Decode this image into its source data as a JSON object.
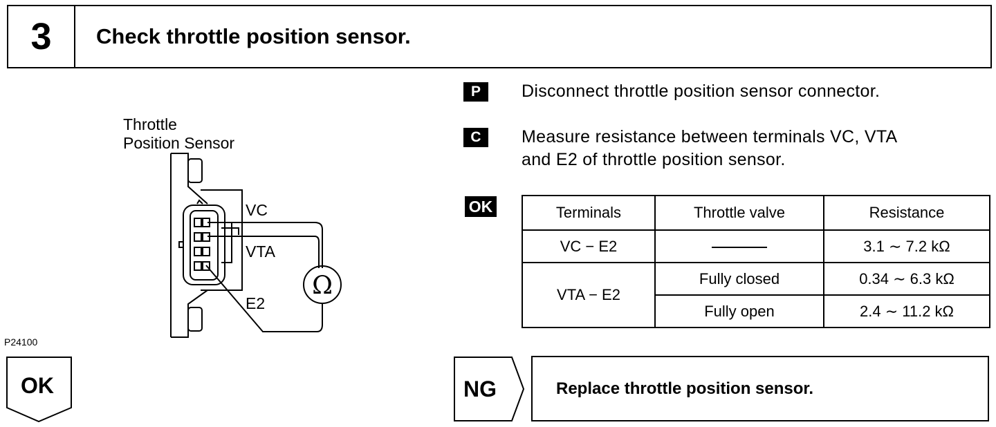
{
  "header": {
    "step_number": "3",
    "title": "Check throttle position sensor."
  },
  "diagram": {
    "sensor_label_line1": "Throttle",
    "sensor_label_line2": "Position Sensor",
    "terminal_vc": "VC",
    "terminal_vta": "VTA",
    "terminal_e2": "E2",
    "ohm_symbol": "Ω",
    "figure_id": "P24100"
  },
  "steps": [
    {
      "badge": "P",
      "text_lines": [
        "Disconnect throttle position sensor connector."
      ]
    },
    {
      "badge": "C",
      "text_lines": [
        "Measure resistance between terminals VC, VTA",
        "and E2 of throttle position sensor."
      ]
    },
    {
      "badge": "OK"
    }
  ],
  "table": {
    "headers": [
      "Terminals",
      "Throttle valve",
      "Resistance"
    ],
    "rows": [
      {
        "terminals": "VC − E2",
        "valve": "",
        "resistance": "3.1 ∼ 7.2 kΩ"
      },
      {
        "terminals": "VTA − E2",
        "valve": "Fully closed",
        "resistance": "0.34 ∼ 6.3 kΩ"
      },
      {
        "valve": "Fully open",
        "resistance": "2.4 ∼ 11.2 kΩ"
      }
    ]
  },
  "outcomes": {
    "ok_label": "OK",
    "ng_label": "NG",
    "ng_action": "Replace throttle position sensor."
  }
}
